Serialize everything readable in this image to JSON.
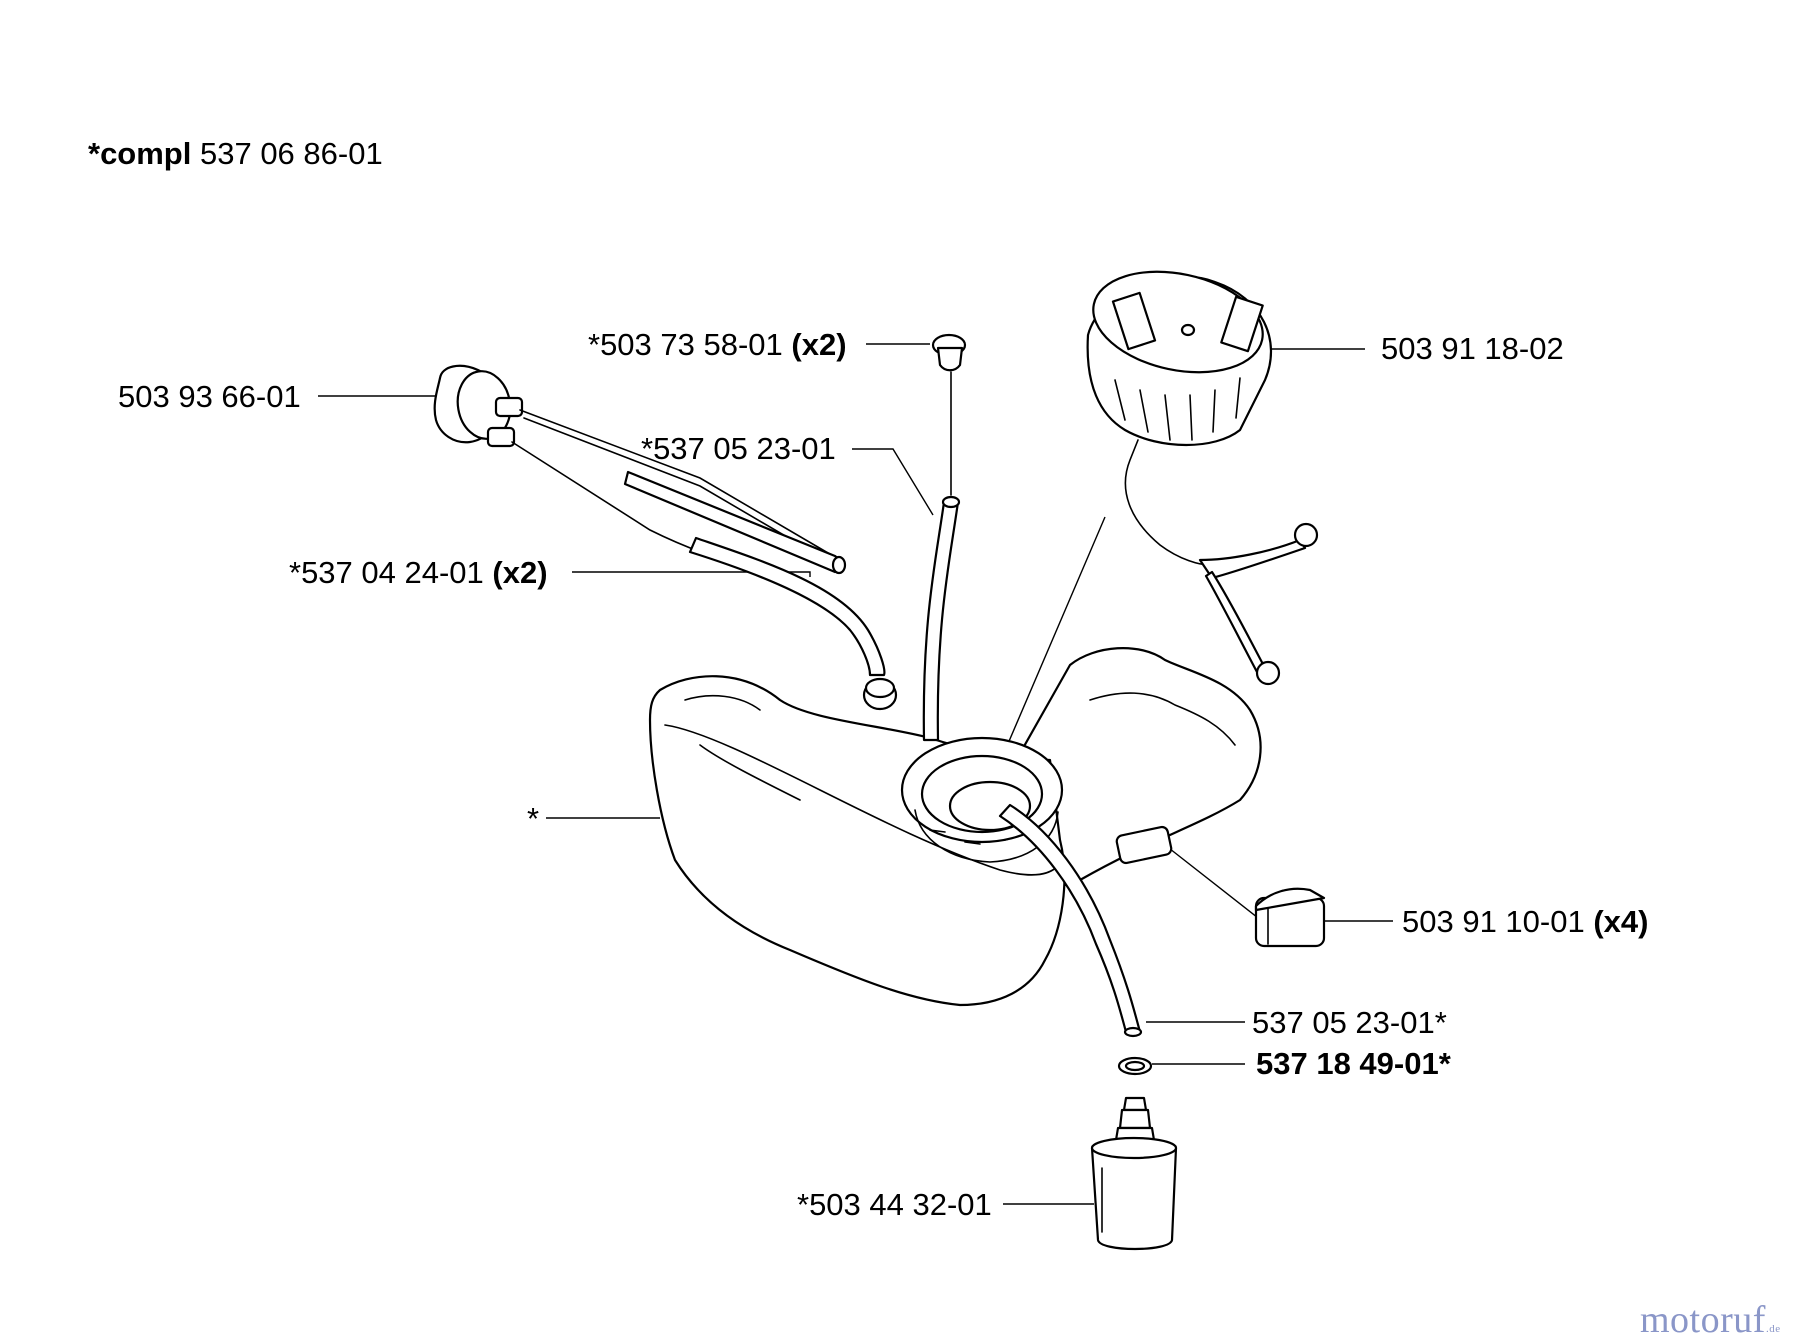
{
  "header": {
    "prefix": "*compl",
    "number": "537 06 86-01"
  },
  "labels": {
    "cap": "503 91 18-02",
    "grommet_top": "*503 73 58-01",
    "grommet_top_qty": "(x2)",
    "primer": "503 93 66-01",
    "hose_upper": "*537 05 23-01",
    "hose_pair": "*537 04 24-01",
    "hose_pair_qty": "(x2)",
    "tank": "*",
    "rubber_mount": "503 91 10-01",
    "rubber_mount_qty": "(x4)",
    "hose_lower": "537 05 23-01*",
    "oring": "537 18 49-01*",
    "filter": "*503 44 32-01"
  },
  "watermark": {
    "text": "motoruf",
    "suffix": ".de",
    "color": "#8a96c8"
  }
}
